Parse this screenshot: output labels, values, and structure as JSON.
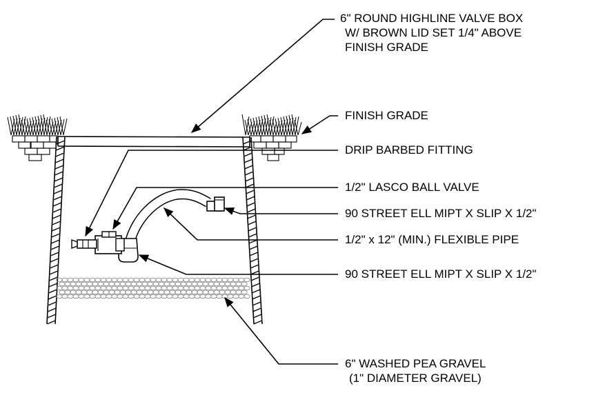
{
  "callouts": {
    "valve_box": {
      "line1": "6\" ROUND HIGHLINE VALVE BOX",
      "line2": "W/ BROWN LID SET 1/4\" ABOVE",
      "line3": "FINISH GRADE"
    },
    "finish_grade": "FINISH GRADE",
    "drip_barbed_fitting": "DRIP BARBED FITTING",
    "ball_valve": "1/2\" LASCO BALL VALVE",
    "street_ell_top": "90 STREET ELL MIPT X SLIP X 1/2\"",
    "flexible_pipe": "1/2\" x 12\" (MIN.) FLEXIBLE PIPE",
    "street_ell_bottom": "90 STREET ELL MIPT X SLIP X 1/2\"",
    "pea_gravel": {
      "line1": "6\" WASHED PEA GRAVEL",
      "line2": "(1\" DIAMETER GRAVEL)"
    }
  }
}
